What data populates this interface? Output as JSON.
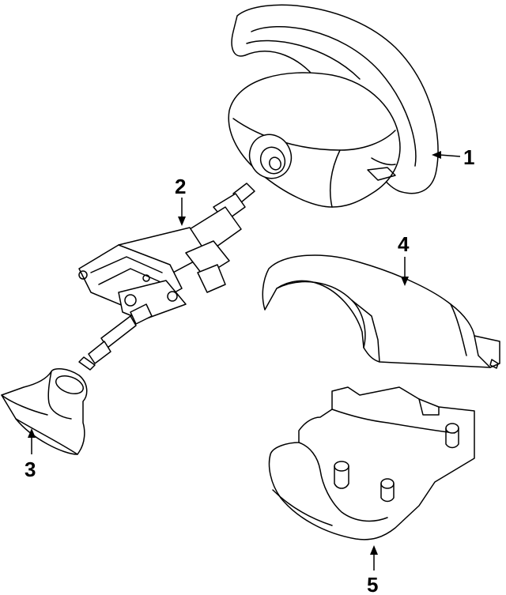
{
  "callouts": [
    {
      "id": "steering-wheel",
      "label": "1"
    },
    {
      "id": "steering-column",
      "label": "2"
    },
    {
      "id": "column-boot",
      "label": "3"
    },
    {
      "id": "upper-column-cover",
      "label": "4"
    },
    {
      "id": "lower-column-cover",
      "label": "5"
    }
  ],
  "colors": {
    "line": "#000000",
    "background": "#ffffff"
  }
}
